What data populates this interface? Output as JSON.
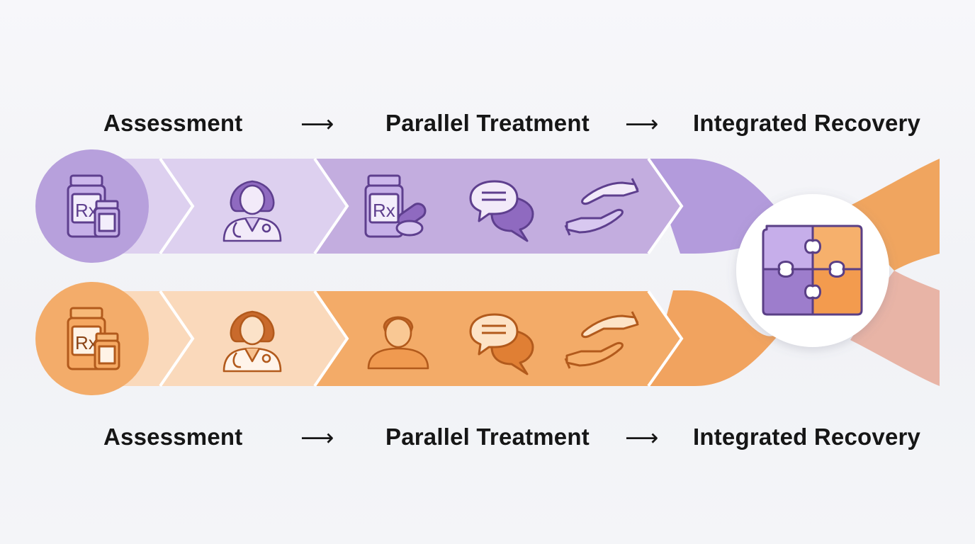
{
  "top_labels": {
    "stage_1": "Assessment",
    "arrow_1": "⟶",
    "stage_2": "Parallel Treatment",
    "arrow_2": "⟶",
    "stage_3": "Integrated Recovery"
  },
  "bottom_labels": {
    "stage_1": "Assessment",
    "arrow_1": "⟶",
    "stage_2": "Parallel Treatment",
    "arrow_2": "⟶",
    "stage_3": "Integrated Recovery"
  },
  "icons": {
    "rx_text": "Rx",
    "top_track": [
      "prescription-bottles-icon",
      "doctor-female-icon",
      "medication-pills-icon",
      "speech-bubbles-icon",
      "helping-hands-icon"
    ],
    "bottom_track": [
      "prescription-bottles-icon",
      "doctor-female-icon",
      "person-icon",
      "speech-bubbles-icon",
      "helping-hands-icon"
    ],
    "center": "puzzle-pieces-icon"
  },
  "colors": {
    "purple_light": "#ddd0ef",
    "purple_mid": "#c7b2e6",
    "purple_main": "#b39bdc",
    "purple_dark": "#6d4a9e",
    "orange_light": "#f9d6b4",
    "orange_mid": "#f6bc86",
    "orange_main": "#f3a35e",
    "orange_dark": "#c8631f"
  }
}
